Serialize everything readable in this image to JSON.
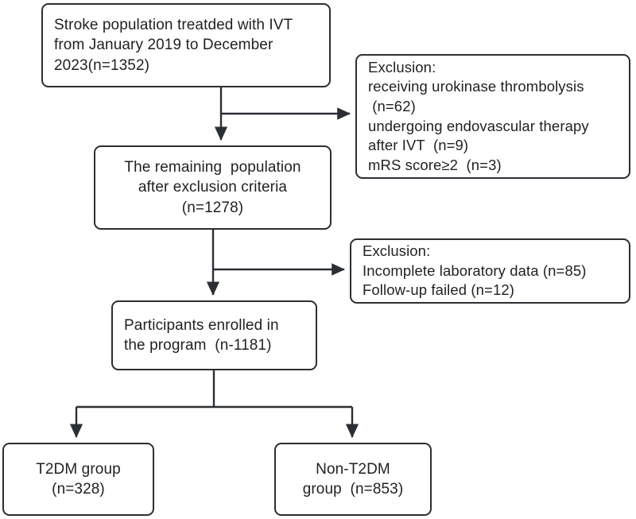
{
  "diagram": {
    "type": "flowchart",
    "title": "Study participant flow diagram",
    "stroke_color": "#2b2f33",
    "text_color": "#231f20",
    "background_color": "#ffffff"
  },
  "nodes": {
    "enrollment": {
      "text": "Stroke population treatded with IVT\nfrom January 2019 to December\n2023(n=1352)",
      "count": 1352,
      "align": "left"
    },
    "exclusion_1": {
      "text": "Exclusion:\nreceiving urokinase thrombolysis\n (n=62)\nundergoing endovascular therapy\nafter IVT  (n=9)\nmRS score≥2  (n=3)",
      "align": "left",
      "items": [
        {
          "label": "receiving urokinase thrombolysis",
          "count": 62
        },
        {
          "label": "undergoing endovascular therapy after IVT",
          "count": 9
        },
        {
          "label": "mRS score≥2",
          "count": 3
        }
      ]
    },
    "remaining": {
      "text": "The remaining  population\nafter exclusion criteria\n(n=1278)",
      "count": 1278,
      "align": "center"
    },
    "exclusion_2": {
      "text": "Exclusion:\nIncomplete laboratory data (n=85)\nFollow-up failed (n=12)",
      "align": "left",
      "items": [
        {
          "label": "Incomplete laboratory data",
          "count": 85
        },
        {
          "label": "Follow-up failed",
          "count": 12
        }
      ]
    },
    "participants": {
      "text": "Participants enrolled in\nthe program  (n-1181)",
      "count": 1181,
      "align": "left"
    },
    "t2dm": {
      "text": "T2DM group\n(n=328)",
      "count": 328,
      "align": "center"
    },
    "non_t2dm": {
      "text": "Non-T2DM\ngroup  (n=853)",
      "count": 853,
      "align": "center"
    }
  },
  "connectors": [
    {
      "name": "enrollment-to-remaining",
      "kind": "vertical-arrow"
    },
    {
      "name": "enrollment-to-exclusion-1",
      "kind": "branch-right-arrow"
    },
    {
      "name": "remaining-to-participants",
      "kind": "vertical-arrow"
    },
    {
      "name": "remaining-to-exclusion-2",
      "kind": "branch-right-arrow"
    },
    {
      "name": "participants-to-t2dm",
      "kind": "split-down-arrow"
    },
    {
      "name": "participants-to-non-t2dm",
      "kind": "split-down-arrow"
    }
  ]
}
